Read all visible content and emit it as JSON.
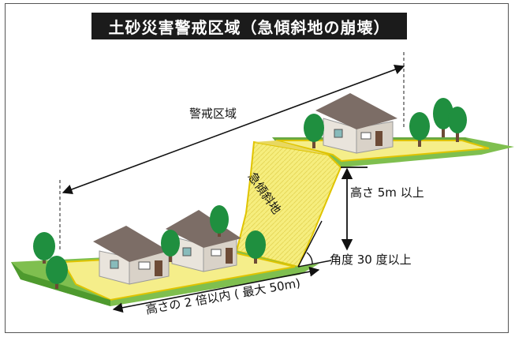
{
  "title": "土砂災害警戒区域（急傾斜地の崩壊）",
  "labels": {
    "warning_zone": "警戒区域",
    "steep_slope": "急傾斜地",
    "height": "高さ 5m 以上",
    "angle": "角度 30 度以上",
    "width": "高さの 2 倍以内 ( 最大 50m)"
  },
  "colors": {
    "grass": "#7fbf4f",
    "grass_dark": "#4e9a2e",
    "zone_yellow": "#f5ee8a",
    "zone_border": "#e0c400",
    "house_wall": "#e9e4dc",
    "house_roof": "#7c6d66",
    "tree": "#1f8f3f",
    "title_bg": "#1b1b1b"
  }
}
